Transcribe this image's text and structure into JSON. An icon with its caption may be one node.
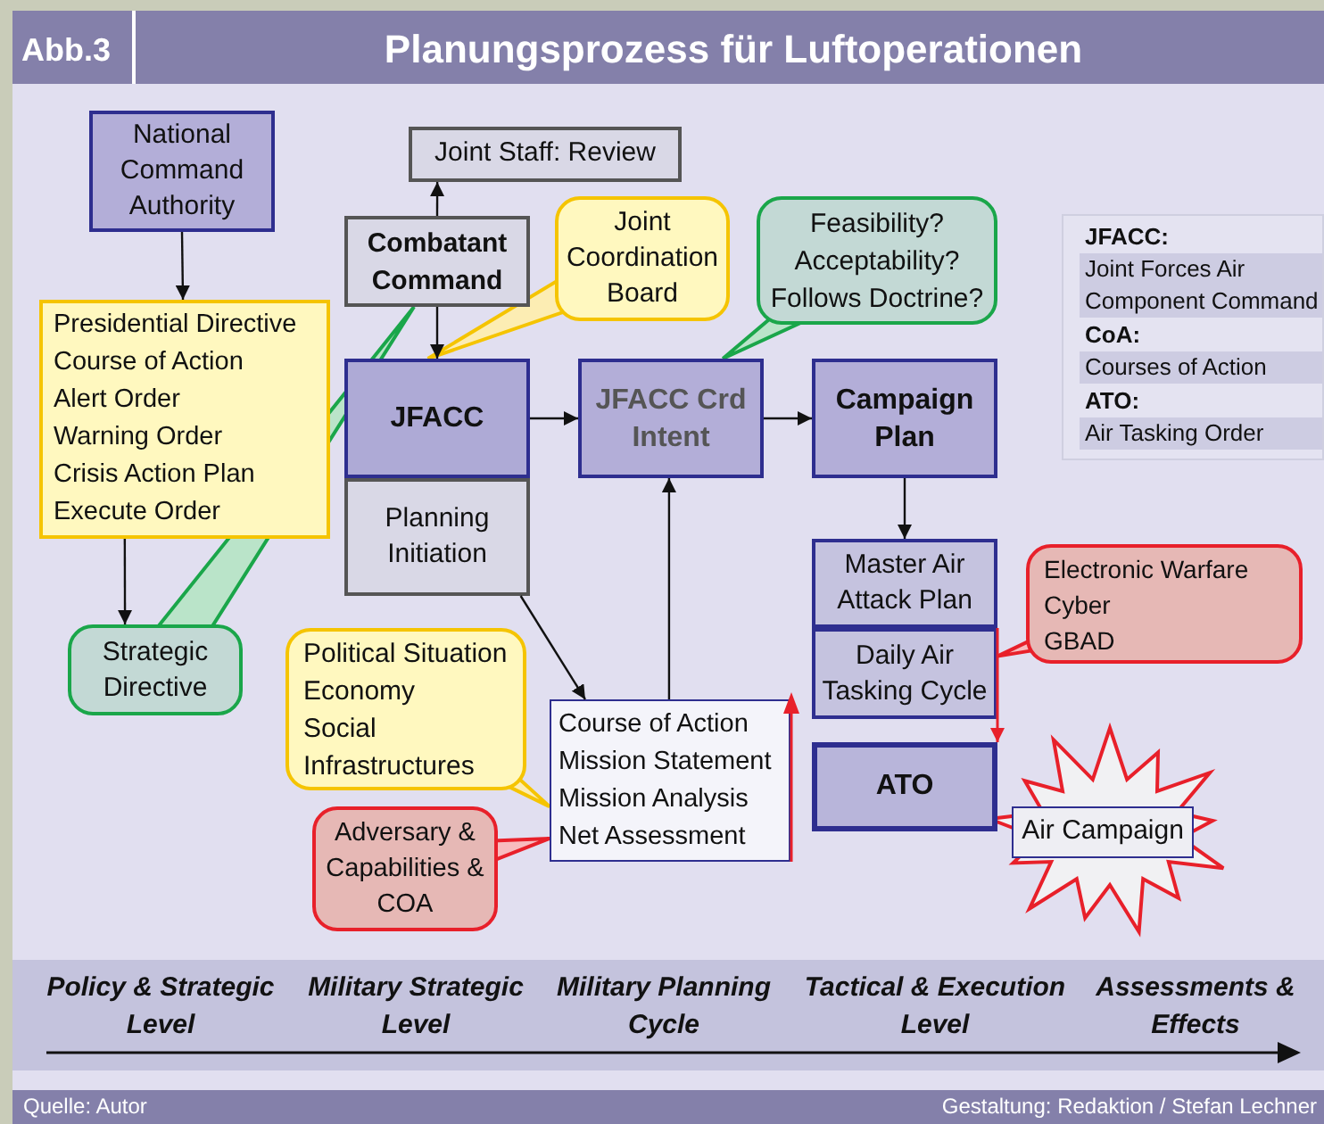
{
  "diagram": {
    "title": "Planungsprozess für Luftoperationen",
    "nodes": [
      {
        "text": [
          "National Command Authority"
        ]
      },
      {
        "text": [
          "Presidential Directive",
          "Course of Action",
          "Alert Order",
          "Warning Order",
          "Crisis Action Plan",
          "Execute Order"
        ]
      },
      {
        "text": [
          "Joint Staff: Review"
        ]
      },
      {
        "text": [
          "Combatant Command"
        ]
      },
      {
        "text": [
          "Joint Coordination Board"
        ]
      },
      {
        "text": [
          "JFACC"
        ]
      },
      {
        "text": [
          "Planning Initiation"
        ]
      },
      {
        "text": [
          "Feasibility?",
          "Acceptability?",
          "Follows Doctrine?"
        ]
      },
      {
        "text": [
          "JFACC Crd Intent"
        ]
      },
      {
        "text": [
          "Campaign Plan"
        ]
      },
      {
        "text": [
          "Strategic Directive"
        ]
      },
      {
        "text": [
          "Political Situation",
          "Economy",
          "Social",
          "Infrastructures"
        ]
      },
      {
        "text": [
          "Course of Action",
          "Mission Statement",
          "Mission Analysis",
          "Net Assessment"
        ]
      },
      {
        "text": [
          "Adversary & Capabilities & COA"
        ]
      },
      {
        "text": [
          "Master Air Attack Plan"
        ]
      },
      {
        "text": [
          "Daily Air Tasking Cycle"
        ]
      },
      {
        "text": [
          "Electronic Warfare",
          "Cyber",
          "GBAD"
        ]
      },
      {
        "text": [
          "ATO"
        ]
      },
      {
        "text": [
          "Air Campaign"
        ]
      }
    ],
    "edges": [
      {
        "from": 0,
        "to": 1,
        "arrow": "to"
      },
      {
        "from": 1,
        "to": 10,
        "arrow": "to"
      },
      {
        "from": 3,
        "to": 2,
        "arrow": "to"
      },
      {
        "from": 3,
        "to": 5,
        "arrow": "to"
      },
      {
        "from": 5,
        "to": 8,
        "arrow": "to"
      },
      {
        "from": 8,
        "to": 9,
        "arrow": "to"
      },
      {
        "from": 9,
        "to": 14,
        "arrow": "to"
      },
      {
        "from": 6,
        "to": 12,
        "arrow": "to"
      },
      {
        "from": 12,
        "to": 8,
        "arrow": "to"
      },
      {
        "from": 15,
        "to": 17,
        "arrow": "to",
        "color": "#e8202a"
      },
      {
        "from": 4,
        "to": 5,
        "arrow": "none",
        "color": "#f5c400"
      },
      {
        "from": 10,
        "to": 3,
        "arrow": "none",
        "color": "#1aa64a"
      },
      {
        "from": 7,
        "to": 8,
        "arrow": "none",
        "color": "#1aa64a"
      },
      {
        "from": 11,
        "to": 12,
        "arrow": "none",
        "color": "#f5c400"
      },
      {
        "from": 13,
        "to": 12,
        "arrow": "none",
        "color": "#e8202a"
      },
      {
        "from": 16,
        "to": 15,
        "arrow": "none",
        "color": "#e8202a"
      }
    ],
    "labels": [
      "Abb.3",
      "JFACC:",
      "Joint Forces Air Component Command",
      "CoA:",
      "Courses of Action",
      "ATO:",
      "Air Tasking Order",
      "Policy & Strategic Level",
      "Military Strategic Level",
      "Military Planning Cycle",
      "Tactical & Execution Level",
      "Assessments & Effects",
      "Quelle: Autor",
      "Gestaltung: Redaktion / Stefan Lechner"
    ]
  }
}
